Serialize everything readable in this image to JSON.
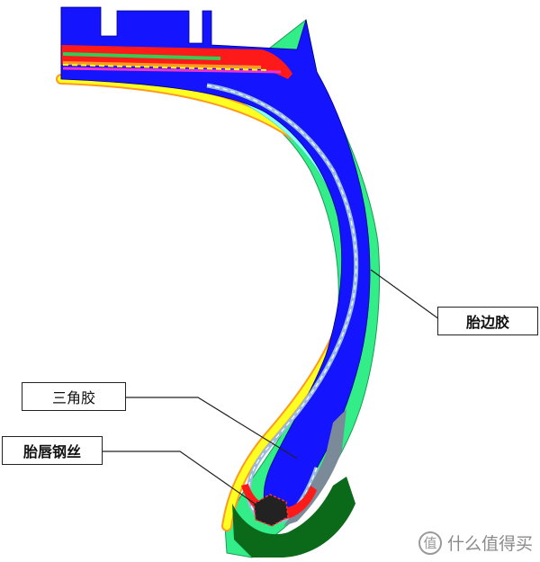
{
  "labels": {
    "sidewall": "胎边胶",
    "apex": "三角胶",
    "bead_wire": "胎唇钢丝"
  },
  "watermark": {
    "icon": "值",
    "text": "什么值得买"
  },
  "colors": {
    "tread_blue": "#1414ff",
    "red_layer": "#ff1a1a",
    "sidewall_green": "#33ee88",
    "inner_cyan": "#88ffff",
    "liner_yellow": "#ffff22",
    "liner_orange": "#ff9922",
    "bead_dark_green": "#0a6a1a",
    "bead_core": "#222222",
    "chafer_gray": "#7a8a99"
  }
}
